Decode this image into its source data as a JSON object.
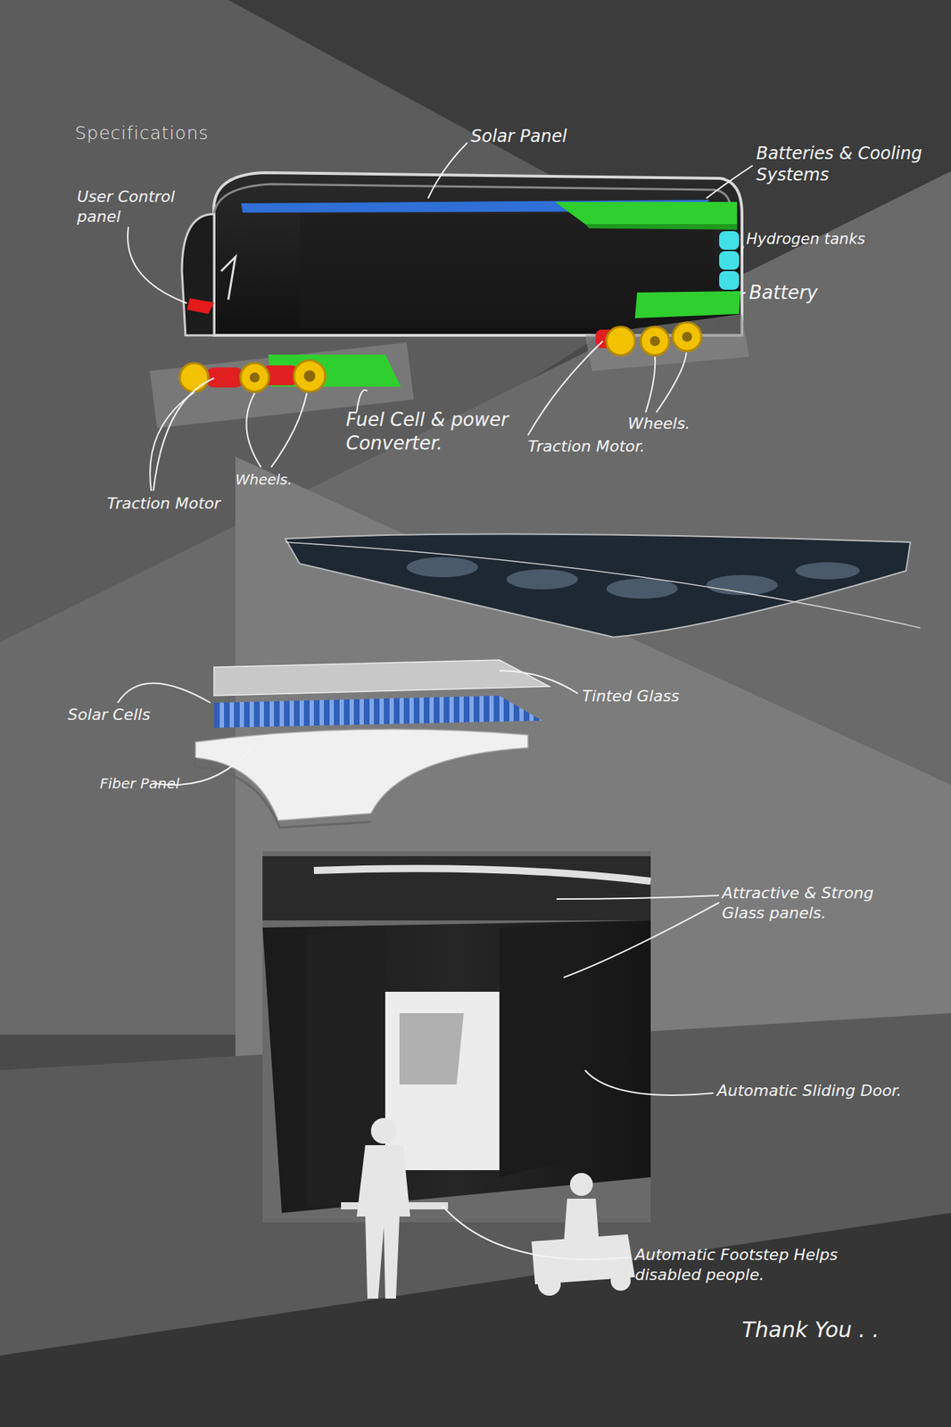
{
  "diagram": {
    "title": "Specifications",
    "labels": [
      "Solar Panel",
      "Batteries & Cooling Systems",
      "Hydrogen tanks",
      "Battery",
      "User Control panel",
      "Fuel Cell & power Converter.",
      "Traction Motor.",
      "Wheels.",
      "Wheels.",
      "Traction Motor",
      "Solar Cells",
      "Tinted Glass",
      "Fiber Panel",
      "Attractive & Strong Glass panels.",
      "Automatic Sliding Door.",
      "Automatic Footstep Helps disabled people.",
      "Thank You . ."
    ]
  }
}
